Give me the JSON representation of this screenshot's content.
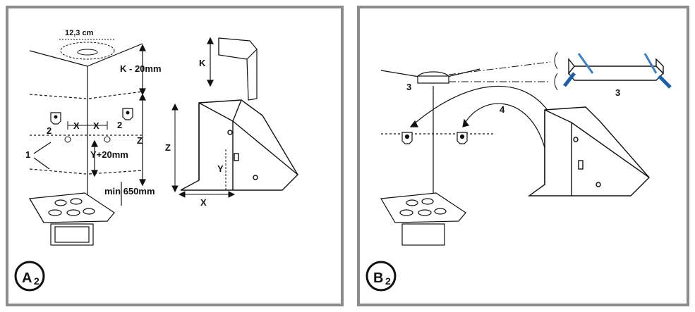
{
  "panelA": {
    "badge_letter": "A",
    "badge_sub": "2",
    "dim_top": "12,3 cm",
    "dim_k20": "K - 20mm",
    "dim_z": "Z",
    "dim_y20": "Y+20mm",
    "dim_min": "min 650mm",
    "x1": "X",
    "x2": "X",
    "num1": "1",
    "num2a": "2",
    "num2b": "2",
    "bracket_k": "K",
    "hood_z": "Z",
    "hood_y": "Y",
    "hood_x": "X"
  },
  "panelB": {
    "badge_letter": "B",
    "badge_sub": "2",
    "num3a": "3",
    "num3b": "3",
    "num4": "4"
  }
}
